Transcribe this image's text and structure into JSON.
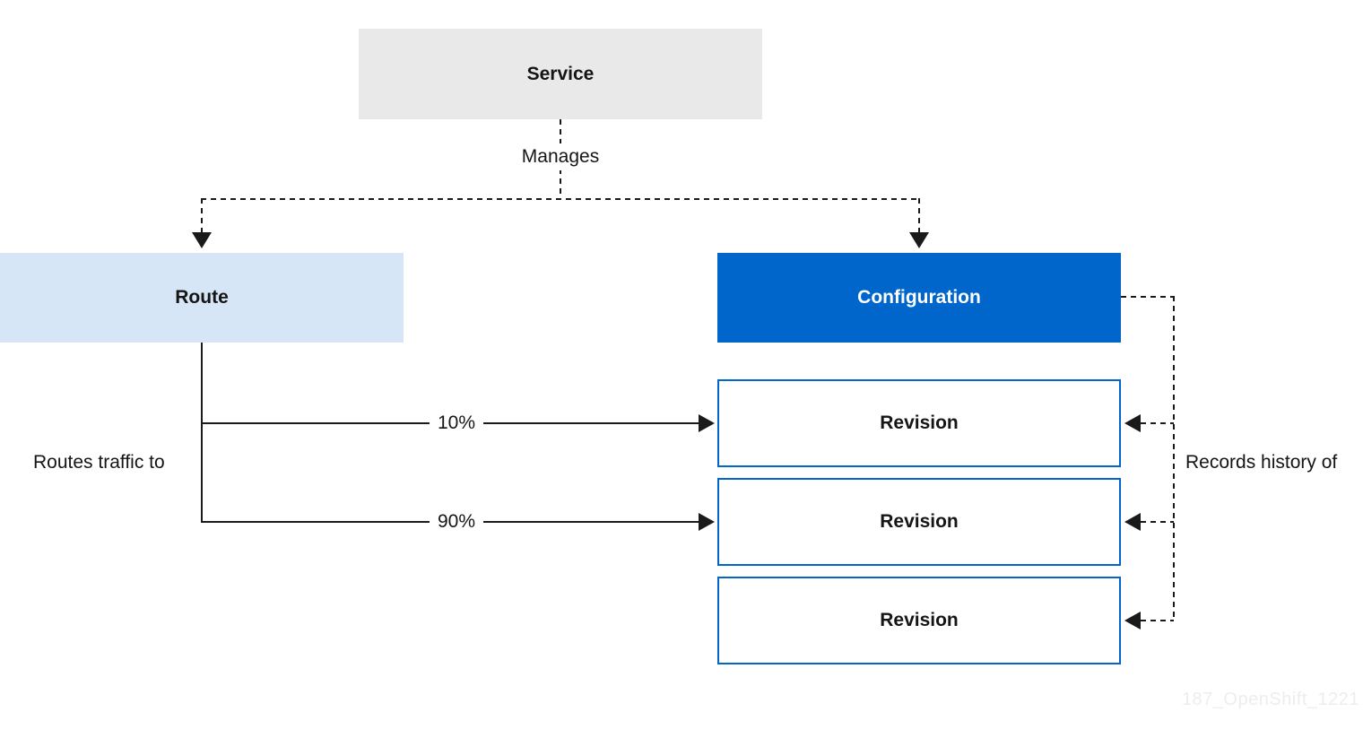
{
  "nodes": {
    "service": {
      "label": "Service"
    },
    "route": {
      "label": "Route"
    },
    "configuration": {
      "label": "Configuration"
    },
    "revisions": [
      {
        "label": "Revision"
      },
      {
        "label": "Revision"
      },
      {
        "label": "Revision"
      }
    ]
  },
  "edges": {
    "manages": "Manages",
    "routes_traffic": "Routes traffic to",
    "records_history": "Records history of",
    "traffic_10": "10%",
    "traffic_90": "90%"
  },
  "watermark": "187_OpenShift_1221",
  "colors": {
    "service_bg": "#e9e9e9",
    "route_bg": "#d7e6f6",
    "configuration_bg": "#0066cc",
    "revision_border": "#0066cc",
    "line": "#1a1a1a",
    "text_dark": "#151515",
    "text_light": "#ffffff",
    "watermark": "#ecedee"
  }
}
